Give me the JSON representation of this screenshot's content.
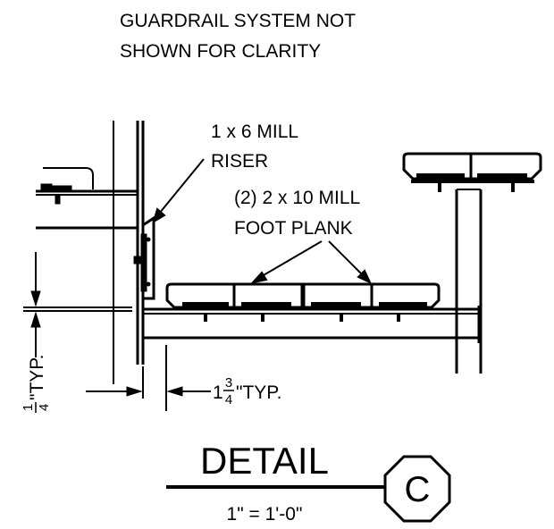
{
  "notes": {
    "line1": "GUARDRAIL SYSTEM NOT",
    "line2": "SHOWN FOR CLARITY"
  },
  "callouts": {
    "riser_line1": "1 x 6 MILL",
    "riser_line2": "RISER",
    "plank_line1": "(2) 2 x 10 MILL",
    "plank_line2": "FOOT PLANK"
  },
  "dimensions": {
    "gap_whole": "1",
    "gap_num": "3",
    "gap_den": "4",
    "gap_suffix": "\"TYP.",
    "thick_num": "1",
    "thick_den": "4",
    "thick_suffix": "\"TYP."
  },
  "title_block": {
    "title": "DETAIL",
    "scale": "1\" = 1'-0\"",
    "detail_id": "C"
  }
}
